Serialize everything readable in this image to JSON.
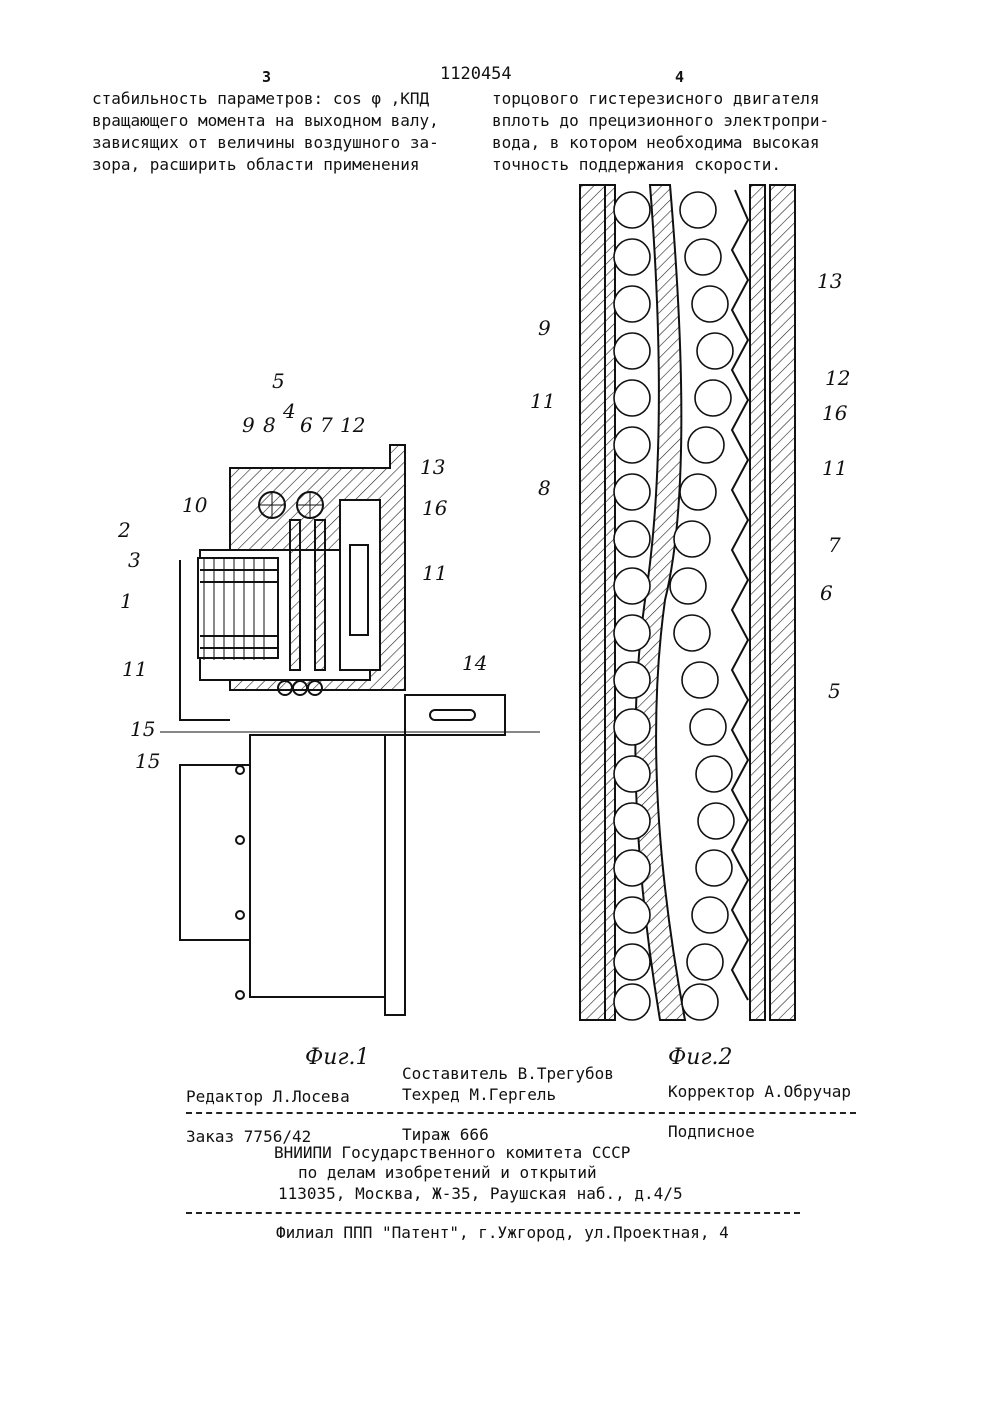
{
  "header": {
    "page_left": "3",
    "patent_number": "1120454",
    "page_right": "4"
  },
  "body_text": {
    "left_lines": [
      "стабильность параметров: cos φ ,КПД",
      "вращающего момента на  выходном валу,",
      "зависящих от величины воздушного за-",
      "зора, расширить области применения"
    ],
    "right_lines": [
      "торцового гистерезисного двигателя",
      "вплоть до прецизионного электропри-",
      "вода, в котором необходима высокая",
      "точность поддержания скорости."
    ]
  },
  "figure1": {
    "caption": "Фиг.1",
    "labels": [
      "5",
      "4",
      "9",
      "8",
      "6",
      "7",
      "12",
      "13",
      "10",
      "16",
      "2",
      "3",
      "1",
      "11",
      "11",
      "15",
      "15",
      "14"
    ]
  },
  "figure2": {
    "caption": "Фиг.2",
    "labels": [
      "13",
      "9",
      "12",
      "11",
      "16",
      "11",
      "8",
      "7",
      "6",
      "5"
    ]
  },
  "imprint": {
    "compiler": "Составитель В.Трегубов",
    "editor": "Редактор Л.Лосева",
    "techred": "Техред М.Гергель",
    "corrector": "Корректор А.Обручар",
    "order": "Заказ 7756/42",
    "circulation": "Тираж 666",
    "subscription": "Подписное",
    "org_line1": "ВНИИПИ Государственного комитета СССР",
    "org_line2": "по делам изобретений и открытий",
    "address": "113035, Москва, Ж-35, Раушская наб., д.4/5",
    "branch": "Филиал ППП \"Патент\", г.Ужгород, ул.Проектная, 4"
  }
}
